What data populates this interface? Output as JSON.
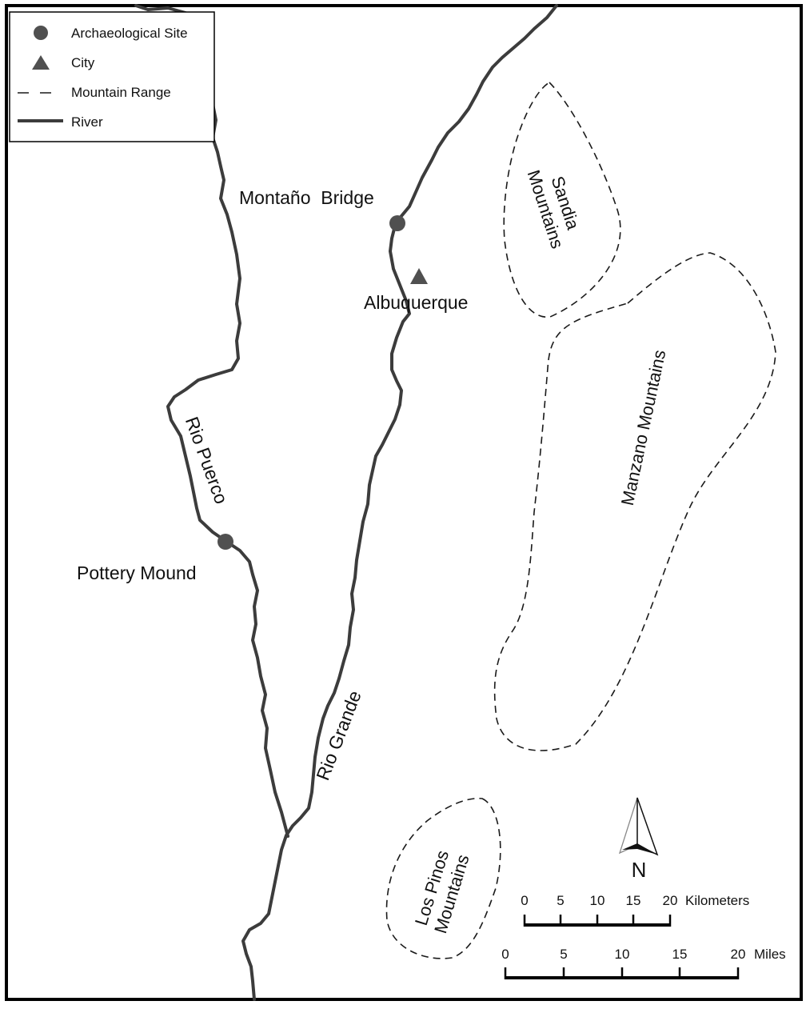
{
  "legend": {
    "archaeological_site": "Archaeological Site",
    "city": "City",
    "mountain_range": "Mountain Range",
    "river": "River"
  },
  "sites": {
    "montano_bridge": "Montaño  Bridge",
    "pottery_mound": "Pottery Mound"
  },
  "cities": {
    "albuquerque": "Albuquerque"
  },
  "rivers": {
    "rio_puerco": "Rio Puerco",
    "rio_grande": "Rio Grande"
  },
  "mountains": {
    "sandia": [
      "Sandia",
      "Mountains"
    ],
    "manzano": "Manzano Mountains",
    "los_pinos": [
      "Los Pinos",
      "Mountains"
    ]
  },
  "north_arrow": "N",
  "scale_km": {
    "ticks": [
      "0",
      "5",
      "10",
      "15",
      "20"
    ],
    "unit": "Kilometers"
  },
  "scale_mi": {
    "ticks": [
      "0",
      "5",
      "10",
      "15",
      "20"
    ],
    "unit": "Miles"
  },
  "colors": {
    "river": "#3c3c3c",
    "symbol": "#505050",
    "frame": "#000000"
  }
}
